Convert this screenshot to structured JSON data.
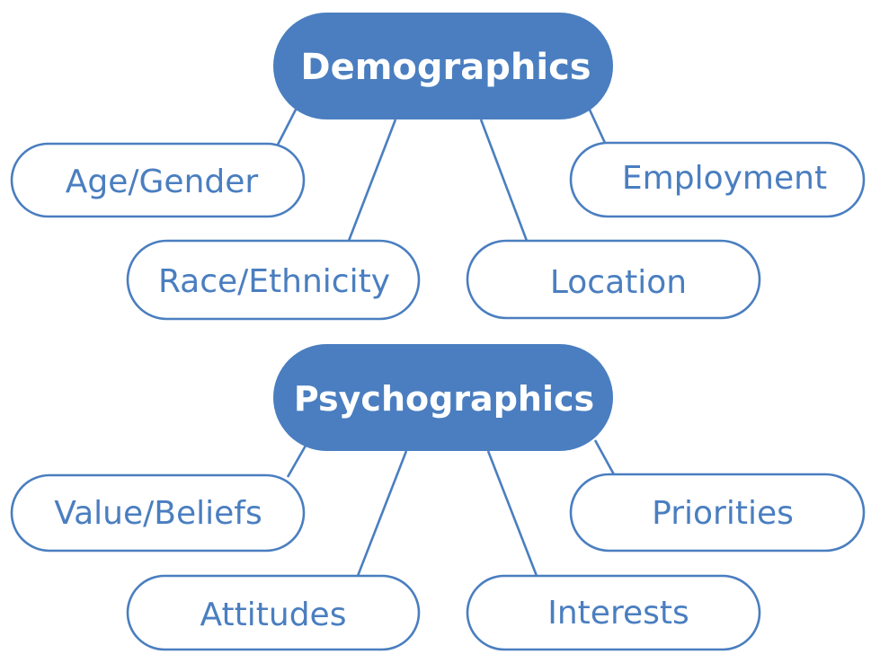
{
  "colors": {
    "accent": "#4a7ec0",
    "background": "#ffffff",
    "hub_text": "#ffffff"
  },
  "groups": [
    {
      "hub": "Demographics",
      "leaves": [
        "Age/Gender",
        "Race/Ethnicity",
        "Location",
        "Employment"
      ]
    },
    {
      "hub": "Psychographics",
      "leaves": [
        "Value/Beliefs",
        "Attitudes",
        "Interests",
        "Priorities"
      ]
    }
  ]
}
